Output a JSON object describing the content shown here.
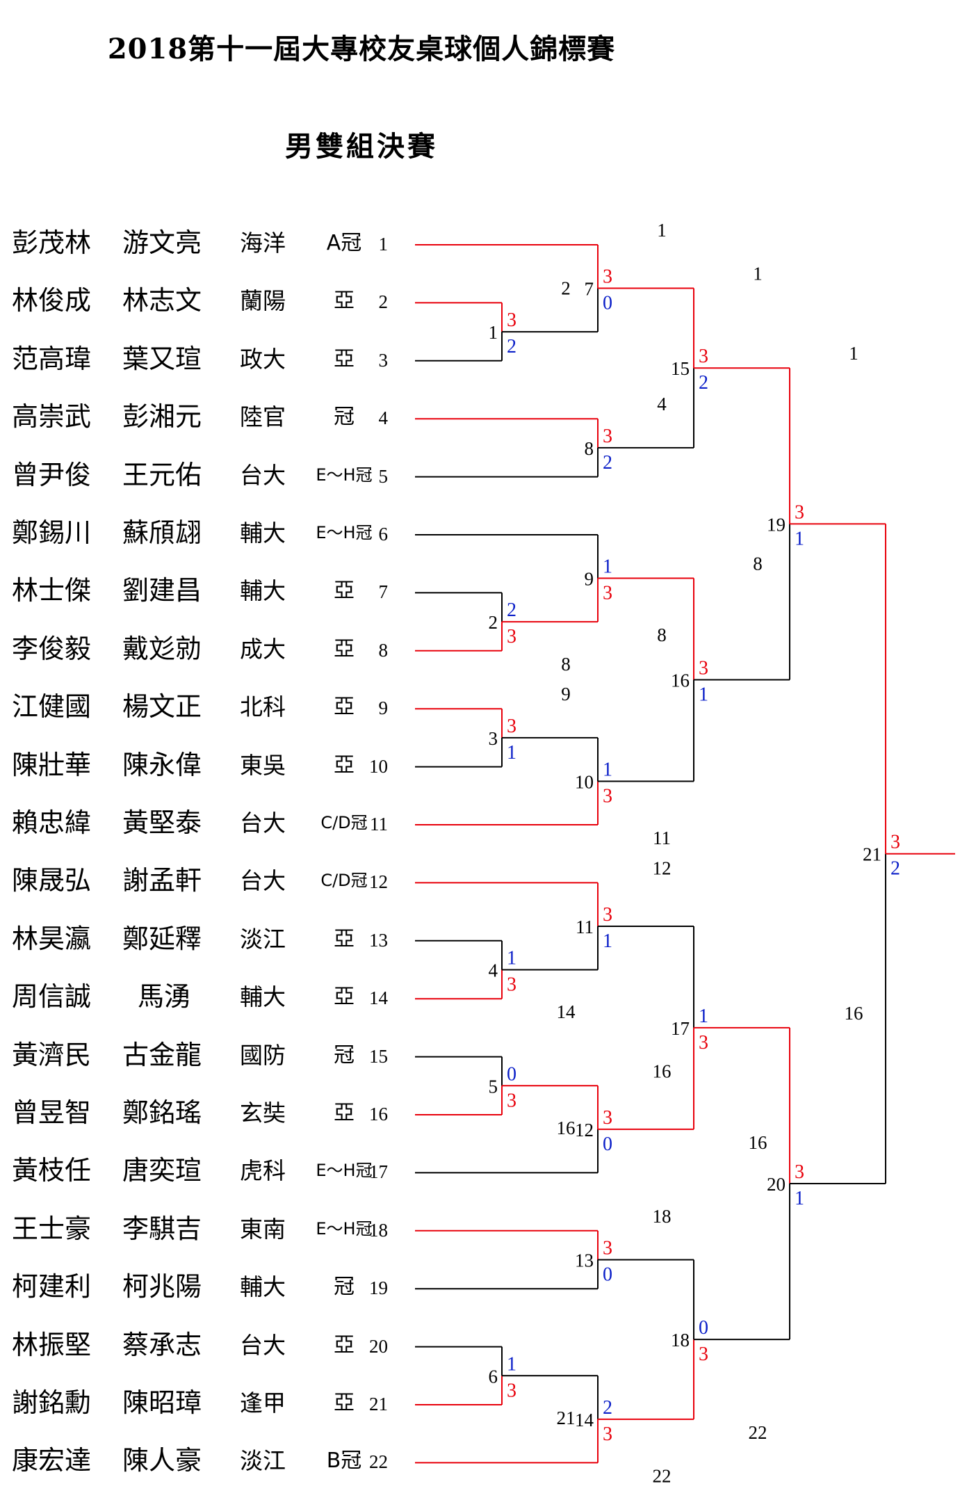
{
  "title": "2018第十一屆大專校友桌球個人錦標賽",
  "subtitle": "男雙組決賽",
  "colors": {
    "win": "#e8000b",
    "lose": "#000000",
    "score_win": "#e8000b",
    "score_lose": "#0a1ec8"
  },
  "entries": [
    {
      "p1": "彭茂林",
      "p2": "游文亮",
      "school": "海洋",
      "seed": "A冠",
      "slot": "1"
    },
    {
      "p1": "林俊成",
      "p2": "林志文",
      "school": "蘭陽",
      "seed": "亞",
      "slot": "2"
    },
    {
      "p1": "范高瑋",
      "p2": "葉又瑄",
      "school": "政大",
      "seed": "亞",
      "slot": "3"
    },
    {
      "p1": "高崇武",
      "p2": "彭湘元",
      "school": "陸官",
      "seed": "冠",
      "slot": "4"
    },
    {
      "p1": "曾尹俊",
      "p2": "王元佑",
      "school": "台大",
      "seed": "E～H冠",
      "slot": "5"
    },
    {
      "p1": "鄭錫川",
      "p2": "蘇頎翃",
      "school": "輔大",
      "seed": "E～H冠",
      "slot": "6"
    },
    {
      "p1": "林士傑",
      "p2": "劉建昌",
      "school": "輔大",
      "seed": "亞",
      "slot": "7"
    },
    {
      "p1": "李俊毅",
      "p2": "戴彣勍",
      "school": "成大",
      "seed": "亞",
      "slot": "8"
    },
    {
      "p1": "江健國",
      "p2": "楊文正",
      "school": "北科",
      "seed": "亞",
      "slot": "9"
    },
    {
      "p1": "陳壯華",
      "p2": "陳永偉",
      "school": "東吳",
      "seed": "亞",
      "slot": "10"
    },
    {
      "p1": "賴忠緯",
      "p2": "黃堅泰",
      "school": "台大",
      "seed": "C/D冠",
      "slot": "11"
    },
    {
      "p1": "陳晟弘",
      "p2": "謝孟軒",
      "school": "台大",
      "seed": "C/D冠",
      "slot": "12"
    },
    {
      "p1": "林昊瀛",
      "p2": "鄭延釋",
      "school": "淡江",
      "seed": "亞",
      "slot": "13"
    },
    {
      "p1": "周信誠",
      "p2": "馬湧",
      "school": "輔大",
      "seed": "亞",
      "slot": "14"
    },
    {
      "p1": "黃濟民",
      "p2": "古金龍",
      "school": "國防",
      "seed": "冠",
      "slot": "15"
    },
    {
      "p1": "曾昱智",
      "p2": "鄭銘瑤",
      "school": "玄奘",
      "seed": "亞",
      "slot": "16"
    },
    {
      "p1": "黃枝任",
      "p2": "唐奕瑄",
      "school": "虎科",
      "seed": "E～H冠",
      "slot": "17"
    },
    {
      "p1": "王士豪",
      "p2": "李騏吉",
      "school": "東南",
      "seed": "E～H冠",
      "slot": "18"
    },
    {
      "p1": "柯建利",
      "p2": "柯兆陽",
      "school": "輔大",
      "seed": "冠",
      "slot": "19"
    },
    {
      "p1": "林振堅",
      "p2": "蔡承志",
      "school": "台大",
      "seed": "亞",
      "slot": "20"
    },
    {
      "p1": "謝銘勳",
      "p2": "陳昭璋",
      "school": "逢甲",
      "seed": "亞",
      "slot": "21"
    },
    {
      "p1": "康宏達",
      "p2": "陳人豪",
      "school": "淡江",
      "seed": "B冠",
      "slot": "22"
    }
  ],
  "matches": [
    {
      "id": "1",
      "top": "2",
      "bottom": "3",
      "score_top": "3",
      "score_bottom": "2",
      "winner": "top",
      "winner_label": "2"
    },
    {
      "id": "2",
      "top": "7",
      "bottom": "8",
      "score_top": "2",
      "score_bottom": "3",
      "winner": "bottom",
      "winner_label": "8"
    },
    {
      "id": "3",
      "top": "9",
      "bottom": "10",
      "score_top": "3",
      "score_bottom": "1",
      "winner": "top",
      "winner_label": "9"
    },
    {
      "id": "4",
      "top": "13",
      "bottom": "14",
      "score_top": "1",
      "score_bottom": "3",
      "winner": "bottom",
      "winner_label": "14"
    },
    {
      "id": "5",
      "top": "15",
      "bottom": "16",
      "score_top": "0",
      "score_bottom": "3",
      "winner": "bottom",
      "winner_label": "16"
    },
    {
      "id": "6",
      "top": "20",
      "bottom": "21",
      "score_top": "1",
      "score_bottom": "3",
      "winner": "bottom",
      "winner_label": "21"
    },
    {
      "id": "7",
      "top": "1",
      "bottom": "M1",
      "score_top": "3",
      "score_bottom": "0",
      "winner": "top",
      "winner_label": "1"
    },
    {
      "id": "8",
      "top": "4",
      "bottom": "5",
      "score_top": "3",
      "score_bottom": "2",
      "winner": "top",
      "winner_label": "4"
    },
    {
      "id": "9",
      "top": "6",
      "bottom": "M2",
      "score_top": "1",
      "score_bottom": "3",
      "winner": "bottom",
      "winner_label": "8"
    },
    {
      "id": "10",
      "top": "M3",
      "bottom": "11",
      "score_top": "1",
      "score_bottom": "3",
      "winner": "bottom",
      "winner_label": "11"
    },
    {
      "id": "11",
      "top": "12",
      "bottom": "M4",
      "score_top": "3",
      "score_bottom": "1",
      "winner": "top",
      "winner_label": "12"
    },
    {
      "id": "12",
      "top": "M5",
      "bottom": "17",
      "score_top": "3",
      "score_bottom": "0",
      "winner": "top",
      "winner_label": "16"
    },
    {
      "id": "13",
      "top": "18",
      "bottom": "19",
      "score_top": "3",
      "score_bottom": "0",
      "winner": "top",
      "winner_label": "18"
    },
    {
      "id": "14",
      "top": "M6",
      "bottom": "22",
      "score_top": "2",
      "score_bottom": "3",
      "winner": "bottom",
      "winner_label": "22"
    },
    {
      "id": "15",
      "top": "M7",
      "bottom": "M8",
      "score_top": "3",
      "score_bottom": "2",
      "winner": "top",
      "winner_label": "1"
    },
    {
      "id": "16",
      "top": "M9",
      "bottom": "M10",
      "score_top": "3",
      "score_bottom": "1",
      "winner": "top",
      "winner_label": "8"
    },
    {
      "id": "17",
      "top": "M11",
      "bottom": "M12",
      "score_top": "1",
      "score_bottom": "3",
      "winner": "bottom",
      "winner_label": "16"
    },
    {
      "id": "18",
      "top": "M13",
      "bottom": "M14",
      "score_top": "0",
      "score_bottom": "3",
      "winner": "bottom",
      "winner_label": "22"
    },
    {
      "id": "19",
      "top": "M15",
      "bottom": "M16",
      "score_top": "3",
      "score_bottom": "1",
      "winner": "top",
      "winner_label": "1"
    },
    {
      "id": "20",
      "top": "M17",
      "bottom": "M18",
      "score_top": "3",
      "score_bottom": "1",
      "winner": "top",
      "winner_label": "16"
    },
    {
      "id": "21",
      "top": "M19",
      "bottom": "M20",
      "score_top": "3",
      "score_bottom": "2",
      "winner": "top",
      "winner_label": ""
    }
  ]
}
